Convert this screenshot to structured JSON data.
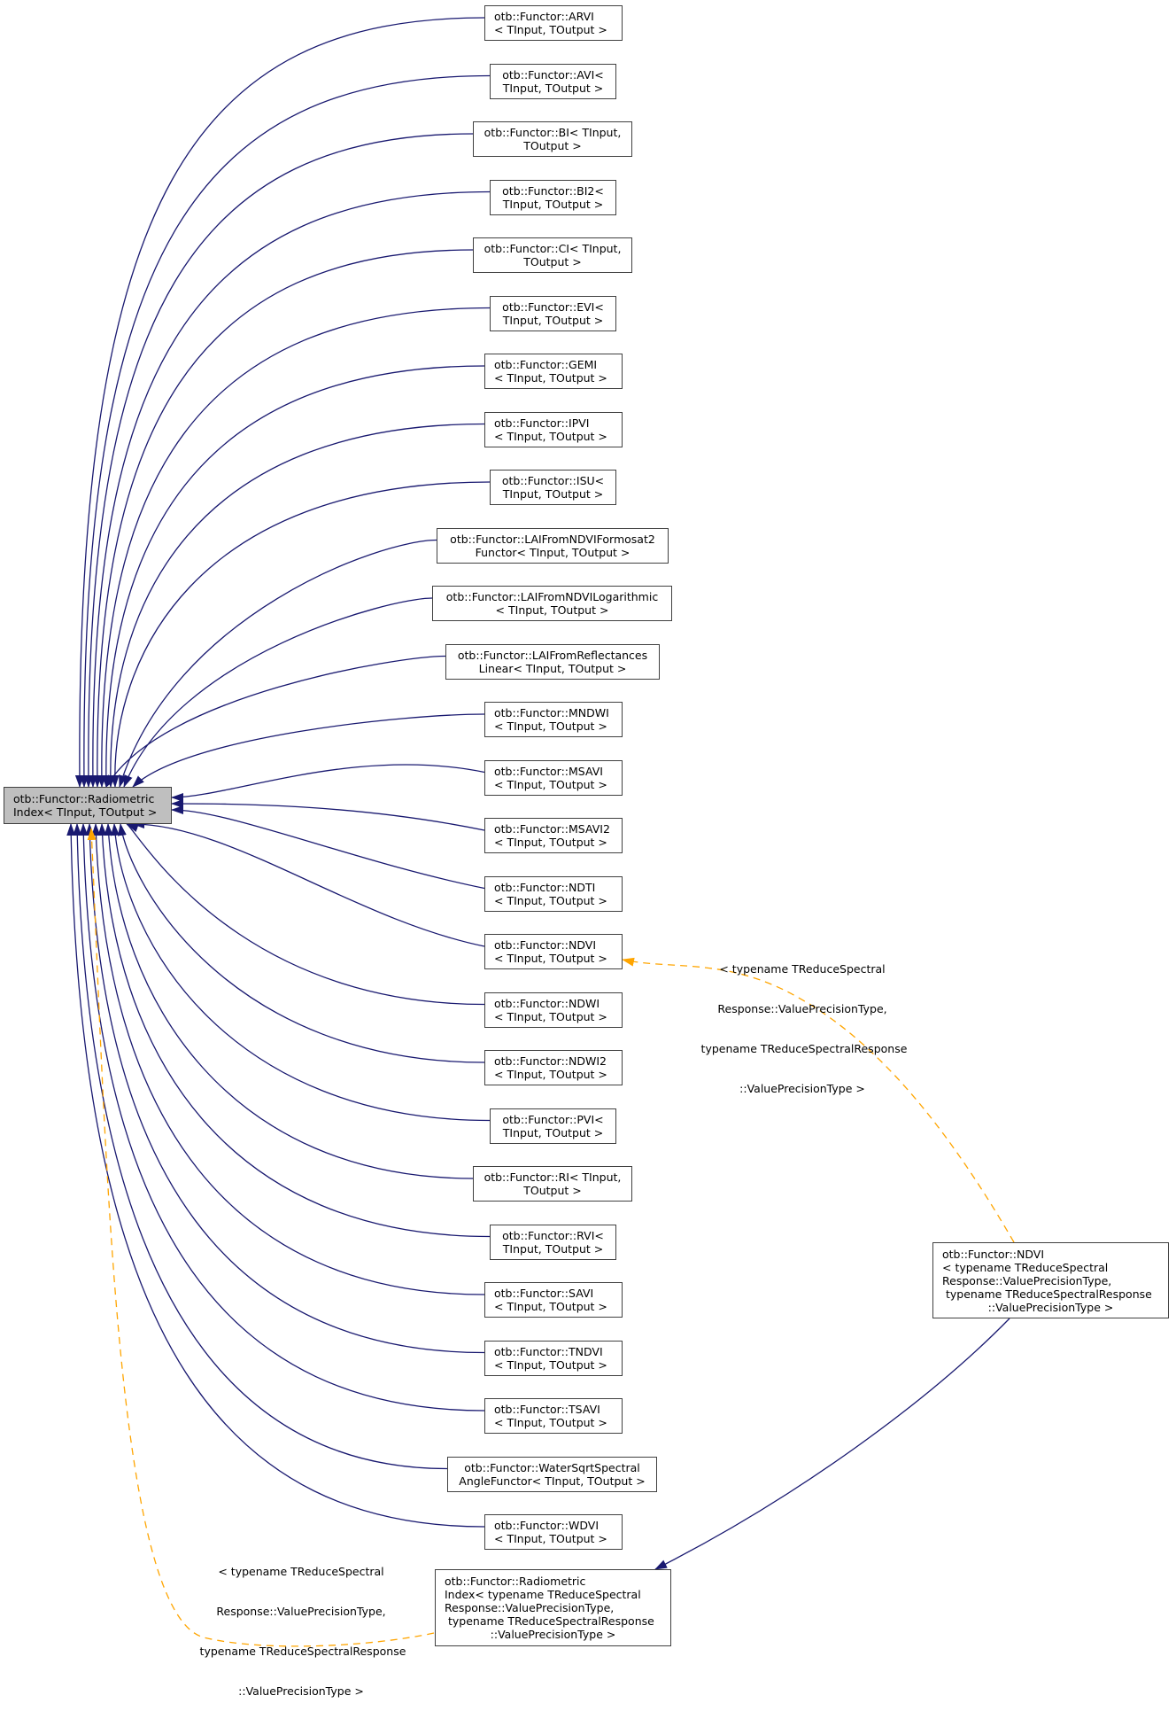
{
  "diagram": {
    "type": "inheritance-graph",
    "colors": {
      "edge_inherit": "#191970",
      "edge_template": "#ffa500",
      "main_node_fill": "#bfbfbf",
      "node_border": "#404040"
    },
    "main_node": {
      "line1": "otb::Functor::Radiometric",
      "line2": "Index< TInput, TOutput >"
    },
    "children": [
      {
        "line1": "otb::Functor::ARVI",
        "line2": "< TInput, TOutput >"
      },
      {
        "line1": "otb::Functor::AVI<",
        "line2": "TInput, TOutput >"
      },
      {
        "line1": "otb::Functor::BI< TInput,",
        "line2": "TOutput >"
      },
      {
        "line1": "otb::Functor::BI2<",
        "line2": "TInput, TOutput >"
      },
      {
        "line1": "otb::Functor::CI< TInput,",
        "line2": "TOutput >"
      },
      {
        "line1": "otb::Functor::EVI<",
        "line2": "TInput, TOutput >"
      },
      {
        "line1": "otb::Functor::GEMI",
        "line2": "< TInput, TOutput >"
      },
      {
        "line1": "otb::Functor::IPVI",
        "line2": "< TInput, TOutput >"
      },
      {
        "line1": "otb::Functor::ISU<",
        "line2": "TInput, TOutput >"
      },
      {
        "line1": "otb::Functor::LAIFromNDVIFormosat2",
        "line2": "Functor< TInput, TOutput >"
      },
      {
        "line1": "otb::Functor::LAIFromNDVILogarithmic",
        "line2": "< TInput, TOutput >"
      },
      {
        "line1": "otb::Functor::LAIFromReflectances",
        "line2": "Linear< TInput, TOutput >"
      },
      {
        "line1": "otb::Functor::MNDWI",
        "line2": "< TInput, TOutput >"
      },
      {
        "line1": "otb::Functor::MSAVI",
        "line2": "< TInput, TOutput >"
      },
      {
        "line1": "otb::Functor::MSAVI2",
        "line2": "< TInput, TOutput >"
      },
      {
        "line1": "otb::Functor::NDTI",
        "line2": "< TInput, TOutput >"
      },
      {
        "line1": "otb::Functor::NDVI",
        "line2": "< TInput, TOutput >"
      },
      {
        "line1": "otb::Functor::NDWI",
        "line2": "< TInput, TOutput >"
      },
      {
        "line1": "otb::Functor::NDWI2",
        "line2": "< TInput, TOutput >"
      },
      {
        "line1": "otb::Functor::PVI<",
        "line2": "TInput, TOutput >"
      },
      {
        "line1": "otb::Functor::RI< TInput,",
        "line2": "TOutput >"
      },
      {
        "line1": "otb::Functor::RVI<",
        "line2": "TInput, TOutput >"
      },
      {
        "line1": "otb::Functor::SAVI",
        "line2": "< TInput, TOutput >"
      },
      {
        "line1": "otb::Functor::TNDVI",
        "line2": "< TInput, TOutput >"
      },
      {
        "line1": "otb::Functor::TSAVI",
        "line2": "< TInput, TOutput >"
      },
      {
        "line1": "otb::Functor::WaterSqrtSpectral",
        "line2": "AngleFunctor< TInput, TOutput >"
      },
      {
        "line1": "otb::Functor::WDVI",
        "line2": "< TInput, TOutput >"
      }
    ],
    "template_radiometric": {
      "line1": "otb::Functor::Radiometric",
      "line2": "Index< typename TReduceSpectral",
      "line3": "Response::ValuePrecisionType,",
      "line4": " typename TReduceSpectralResponse",
      "line5": "::ValuePrecisionType >"
    },
    "template_ndvi": {
      "line1": "otb::Functor::NDVI",
      "line2": "< typename TReduceSpectral",
      "line3": "Response::ValuePrecisionType,",
      "line4": " typename TReduceSpectralResponse",
      "line5": "::ValuePrecisionType >"
    },
    "edge_label_left": {
      "line1": "< typename TReduceSpectral",
      "line2": "Response::ValuePrecisionType,",
      "line3": " typename TReduceSpectralResponse",
      "line4": "::ValuePrecisionType >"
    },
    "edge_label_right": {
      "line1": "< typename TReduceSpectral",
      "line2": "Response::ValuePrecisionType,",
      "line3": " typename TReduceSpectralResponse",
      "line4": "::ValuePrecisionType >"
    }
  }
}
